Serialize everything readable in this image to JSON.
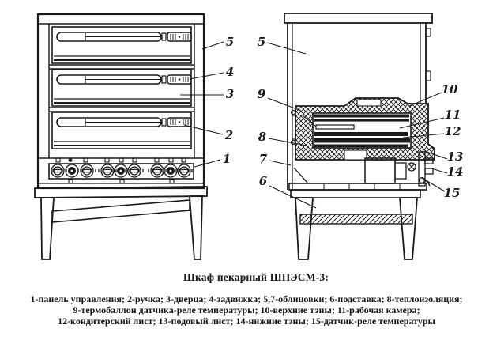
{
  "figure": {
    "caption_title": "Шкаф пекарный ШПЭСМ-3:",
    "caption_lines": [
      "1-панель управления; 2-ручка; 3-дверца; 4-задвижка; 5,7-облицовки; 6-подставка; 8-теплоизоляция;",
      "9-термобаллон датчика-реле температуры; 10-верхние тэны; 11-рабочая камера;",
      "12-кондитерский лист; 13-подовый лист; 14-нижние тэны; 15-датчик-реле температуры"
    ],
    "parts_legend": [
      {
        "num": "1",
        "label": "панель управления"
      },
      {
        "num": "2",
        "label": "ручка"
      },
      {
        "num": "3",
        "label": "дверца"
      },
      {
        "num": "4",
        "label": "задвижка"
      },
      {
        "num": "5,7",
        "label": "облицовки"
      },
      {
        "num": "6",
        "label": "подставка"
      },
      {
        "num": "8",
        "label": "теплоизоляция"
      },
      {
        "num": "9",
        "label": "термобаллон датчика-реле температуры"
      },
      {
        "num": "10",
        "label": "верхние тэны"
      },
      {
        "num": "11",
        "label": "рабочая камера"
      },
      {
        "num": "12",
        "label": "кондитерский лист"
      },
      {
        "num": "13",
        "label": "подовый лист"
      },
      {
        "num": "14",
        "label": "нижние тэны"
      },
      {
        "num": "15",
        "label": "датчик-реле температуры"
      }
    ]
  },
  "callouts": {
    "front_5": "5",
    "front_4": "4",
    "front_3": "3",
    "front_2": "2",
    "front_1": "1",
    "side_5": "5",
    "side_9": "9",
    "side_8": "8",
    "side_7": "7",
    "side_6": "6",
    "side_10": "10",
    "side_11": "11",
    "side_12": "12",
    "side_13": "13",
    "side_14": "14",
    "side_15": "15"
  },
  "colors": {
    "ink": "#1a1a1a",
    "paper": "#ffffff"
  }
}
